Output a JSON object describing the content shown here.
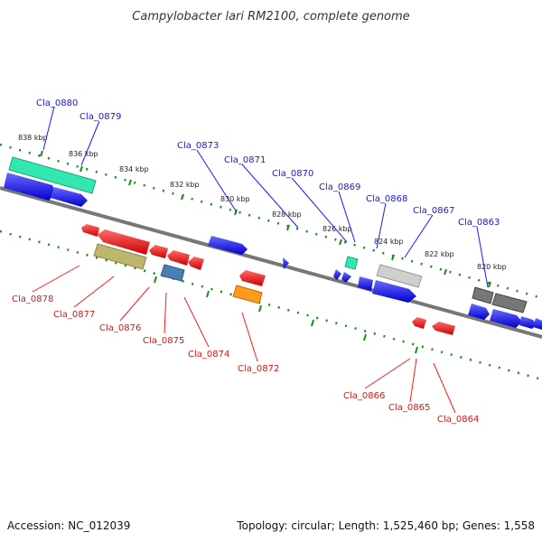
{
  "title": "Campylobacter lari RM2100, complete genome",
  "accession": "Accession: NC_012039",
  "summary": "Topology: circular; Length: 1,525,460 bp; Genes: 1,558",
  "ticks": [
    "838 kbp",
    "836 kbp",
    "834 kbp",
    "832 kbp",
    "830 kbp",
    "828 kbp",
    "826 kbp",
    "824 kbp",
    "822 kbp",
    "820 kbp"
  ],
  "labels_top": [
    "Cla_0880",
    "Cla_0879",
    "Cla_0873",
    "Cla_0871",
    "Cla_0870",
    "Cla_0869",
    "Cla_0868",
    "Cla_0867",
    "Cla_0863"
  ],
  "labels_bottom": [
    "Cla_0878",
    "Cla_0877",
    "Cla_0876",
    "Cla_0875",
    "Cla_0874",
    "Cla_0872",
    "Cla_0866",
    "Cla_0865",
    "Cla_0864"
  ],
  "colors": {
    "forward": "#1a1aff",
    "reverse": "#ff0d0d",
    "label_top": "#1a1acc",
    "label_bottom": "#cc1a1a",
    "backbone": "#777777",
    "ruler": "#1a8c1a"
  }
}
